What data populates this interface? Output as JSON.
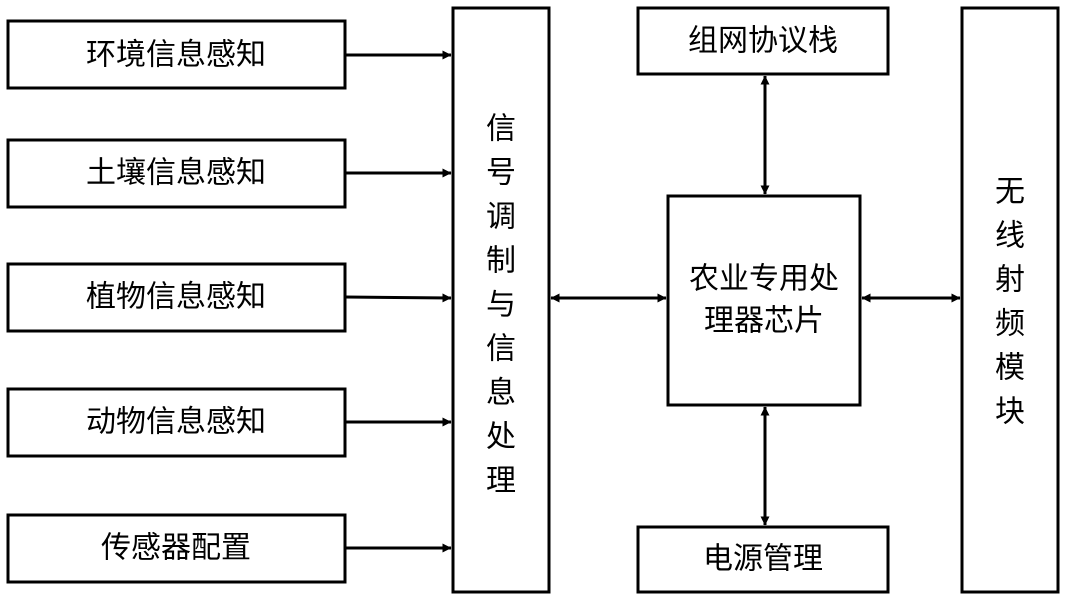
{
  "sensing_modules": {
    "environment": "环境信息感知",
    "soil": "土壤信息感知",
    "plant": "植物信息感知",
    "animal": "动物信息感知",
    "sensor_config": "传感器配置"
  },
  "signal_processing": [
    "信",
    "号",
    "调",
    "制",
    "与",
    "信",
    "息",
    "处",
    "理"
  ],
  "network_stack": "组网协议栈",
  "processor_chip": {
    "line1": "农业专用处",
    "line2": "理器芯片"
  },
  "power_management": "电源管理",
  "rf_module": [
    "无",
    "线",
    "射",
    "频",
    "模",
    "块"
  ]
}
